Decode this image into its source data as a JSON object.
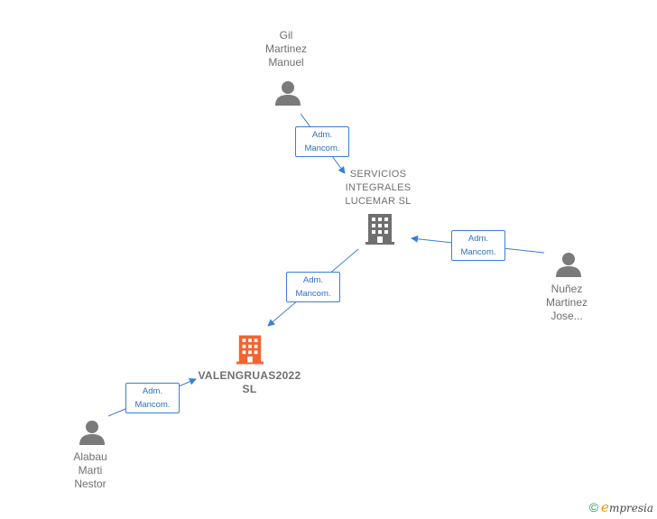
{
  "colors": {
    "edge": "#3a7fd6",
    "person_icon": "#7a7a7a",
    "company_icon": "#707070",
    "focus_company_icon": "#f26430",
    "label_text": "#6f6f6f"
  },
  "nodes": {
    "gil": {
      "label": "Gil\nMartinez\nManuel",
      "icon": "person-icon"
    },
    "servicios": {
      "label": "SERVICIOS\nINTEGRALES\nLUCEMAR SL",
      "icon": "building-icon"
    },
    "nunez": {
      "label": "Nuñez\nMartinez\nJose...",
      "icon": "person-icon"
    },
    "valengruas": {
      "label": "VALENGRUAS2022\nSL",
      "icon": "building-icon"
    },
    "alabau": {
      "label": "Alabau\nMarti\nNestor",
      "icon": "person-icon"
    }
  },
  "edges": [
    {
      "from": "gil",
      "to": "servicios",
      "line1": "Adm.",
      "line2": "Mancom."
    },
    {
      "from": "nunez",
      "to": "servicios",
      "line1": "Adm.",
      "line2": "Mancom."
    },
    {
      "from": "servicios",
      "to": "valengruas",
      "line1": "Adm.",
      "line2": "Mancom."
    },
    {
      "from": "alabau",
      "to": "valengruas",
      "line1": "Adm.",
      "line2": "Mancom."
    }
  ],
  "footer": {
    "copyright_symbol": "©",
    "brand_first": "e",
    "brand_rest": "mpresia"
  }
}
